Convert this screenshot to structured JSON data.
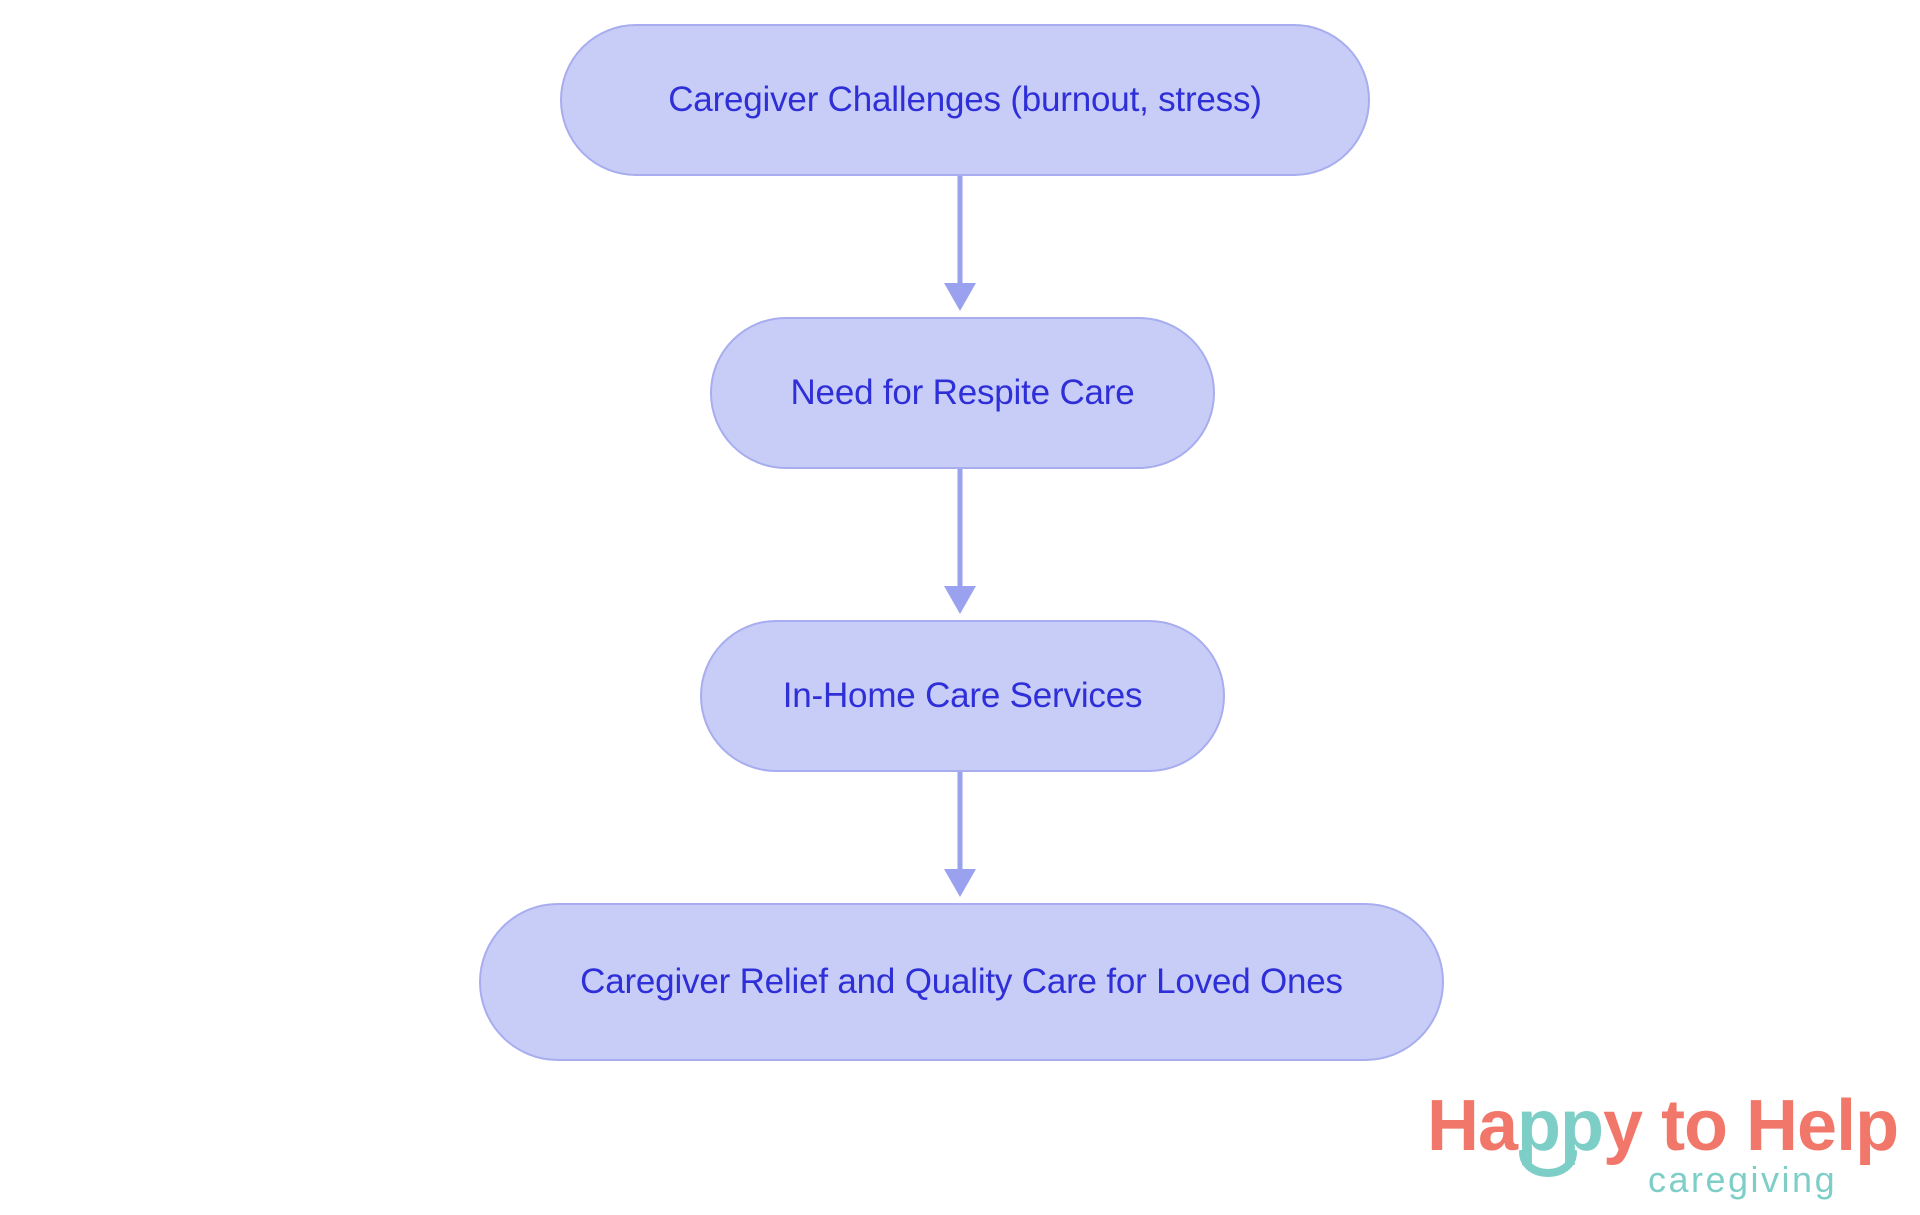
{
  "diagram": {
    "type": "flowchart",
    "orientation": "top-to-bottom",
    "background_color": "#ffffff",
    "node_fill_color": "#c8cdf7",
    "node_border_color": "#a7adee",
    "node_text_color": "#2f2fd8",
    "connector_color": "#9aa2ef",
    "nodes": [
      {
        "id": "caregiver-challenges",
        "label": "Caregiver Challenges (burnout, stress)"
      },
      {
        "id": "need-for-respite-care",
        "label": "Need for Respite Care"
      },
      {
        "id": "in-home-care-services",
        "label": "In-Home Care Services"
      },
      {
        "id": "caregiver-relief",
        "label": "Caregiver Relief and Quality Care for Loved Ones"
      }
    ],
    "edges": [
      {
        "from": "caregiver-challenges",
        "to": "need-for-respite-care",
        "arrow": "down"
      },
      {
        "from": "need-for-respite-care",
        "to": "in-home-care-services",
        "arrow": "down"
      },
      {
        "from": "in-home-care-services",
        "to": "caregiver-relief",
        "arrow": "down"
      }
    ]
  },
  "logo": {
    "word_1": "H",
    "word_2": "a",
    "word_3": "pp",
    "word_4": "y",
    "word_5": "to Help",
    "tagline": "caregiving",
    "coral_color": "#f2776b",
    "teal_color": "#7ecec8",
    "smile_icon": "smile-arc-icon"
  }
}
